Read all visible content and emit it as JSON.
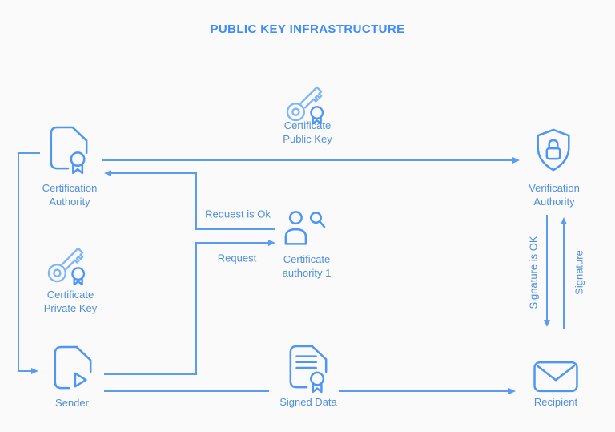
{
  "title": "PUBLIC KEY INFRASTRUCTURE",
  "colors": {
    "accent": "#4E96F5",
    "accent_light": "#7DB5F8",
    "line": "#5B9CF3",
    "label": "#4E8FD9",
    "title": "#3E8CF7",
    "background": "#FAFAFB"
  },
  "nodes": {
    "certificate_public_key": {
      "icon": "key-badge-icon",
      "lines": [
        "Certificate",
        "Public Key"
      ]
    },
    "certification_authority": {
      "icon": "certificate-document-icon",
      "lines": [
        "Certification",
        "Authority"
      ]
    },
    "certificate_private_key": {
      "icon": "key-badge-icon",
      "lines": [
        "Certificate",
        "Private Key"
      ]
    },
    "sender": {
      "icon": "send-document-icon",
      "lines": [
        "Sender"
      ]
    },
    "certificate_authority_1": {
      "icon": "person-search-icon",
      "lines": [
        "Certificate",
        "authority 1"
      ]
    },
    "signed_data": {
      "icon": "signed-document-icon",
      "lines": [
        "Signed Data"
      ]
    },
    "verification_authority": {
      "icon": "shield-lock-icon",
      "lines": [
        "Verification",
        "Authority"
      ]
    },
    "recipient": {
      "icon": "envelope-icon",
      "lines": [
        "Recipient"
      ]
    }
  },
  "edges": {
    "request_is_ok": "Request is Ok",
    "request": "Request",
    "signature_is_ok": "Signature is OK",
    "signature": "Signature"
  }
}
